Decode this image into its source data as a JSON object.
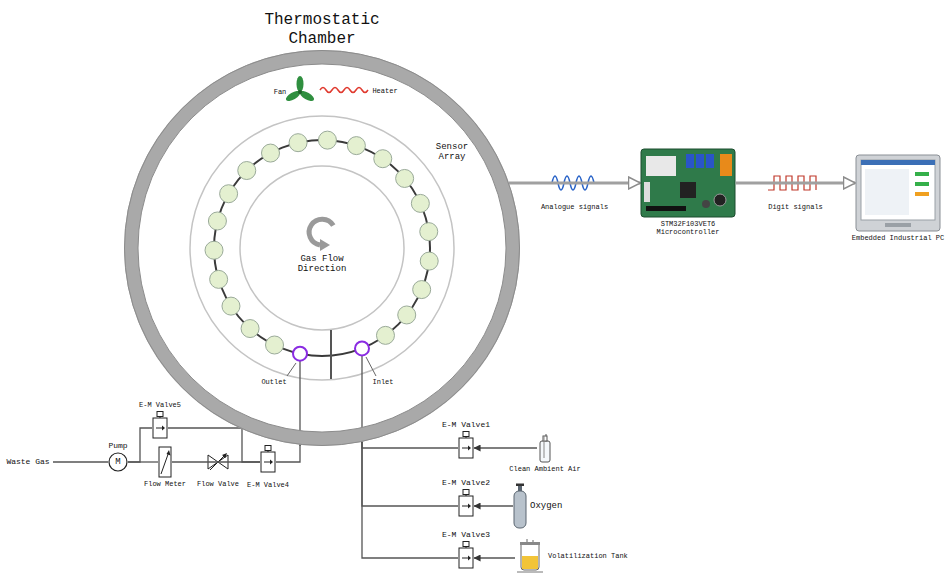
{
  "diagram": {
    "nodes": [
      {
        "text": [
          "Thermostatic Chamber"
        ]
      },
      {
        "text": [
          "STM32F103VET6 Microcontroller"
        ]
      },
      {
        "text": [
          "Embedded Industrial PC"
        ]
      },
      {
        "text": [
          "Pump",
          "M"
        ]
      },
      {
        "text": [
          "Flow Meter"
        ]
      },
      {
        "text": [
          "E-M Valve5"
        ]
      },
      {
        "text": [
          "E-M Valve4"
        ]
      },
      {
        "text": [
          "E-M Valve1"
        ]
      },
      {
        "text": [
          "Clean Ambient Air"
        ]
      },
      {
        "text": [
          "E-M Valve2"
        ]
      },
      {
        "text": [
          "Oxygen"
        ]
      },
      {
        "text": [
          "E-M Valve3"
        ]
      },
      {
        "text": [
          "Volatilization Tank"
        ]
      }
    ],
    "edges": [
      {
        "from": 0,
        "to": 1,
        "label": "Analogue signals",
        "arrow": "to"
      },
      {
        "from": 1,
        "to": 2,
        "label": "Digit signals",
        "arrow": "to"
      },
      {
        "from": 8,
        "to": 7,
        "arrow": "to"
      },
      {
        "from": 10,
        "to": 9,
        "arrow": "to"
      },
      {
        "from": 12,
        "to": 11,
        "arrow": "to"
      },
      {
        "from": 7,
        "to": 0,
        "arrow": "none"
      },
      {
        "from": 9,
        "to": 0,
        "arrow": "none"
      },
      {
        "from": 11,
        "to": 0,
        "arrow": "none"
      },
      {
        "from": 0,
        "to": 6,
        "arrow": "none"
      },
      {
        "from": 6,
        "to": 4,
        "arrow": "none"
      },
      {
        "from": 4,
        "to": 3,
        "arrow": "none"
      },
      {
        "from": 6,
        "to": 5,
        "arrow": "none"
      },
      {
        "from": 5,
        "to": 3,
        "arrow": "none"
      }
    ],
    "labels": [
      "Fan",
      "Heater",
      "Sensor Array",
      "Gas Flow Direction",
      "Outlet",
      "Inlet",
      "Flow Valve",
      "Waste Gas"
    ]
  }
}
